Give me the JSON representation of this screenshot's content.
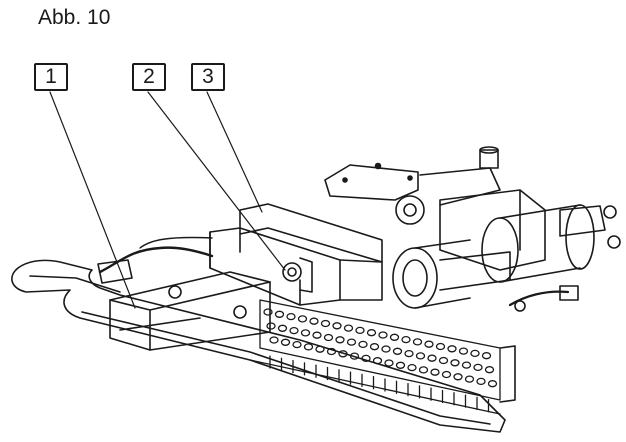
{
  "figure": {
    "title": "Abb. 10",
    "callouts": [
      {
        "id": "1",
        "label": "1"
      },
      {
        "id": "2",
        "label": "2"
      },
      {
        "id": "3",
        "label": "3"
      }
    ]
  }
}
